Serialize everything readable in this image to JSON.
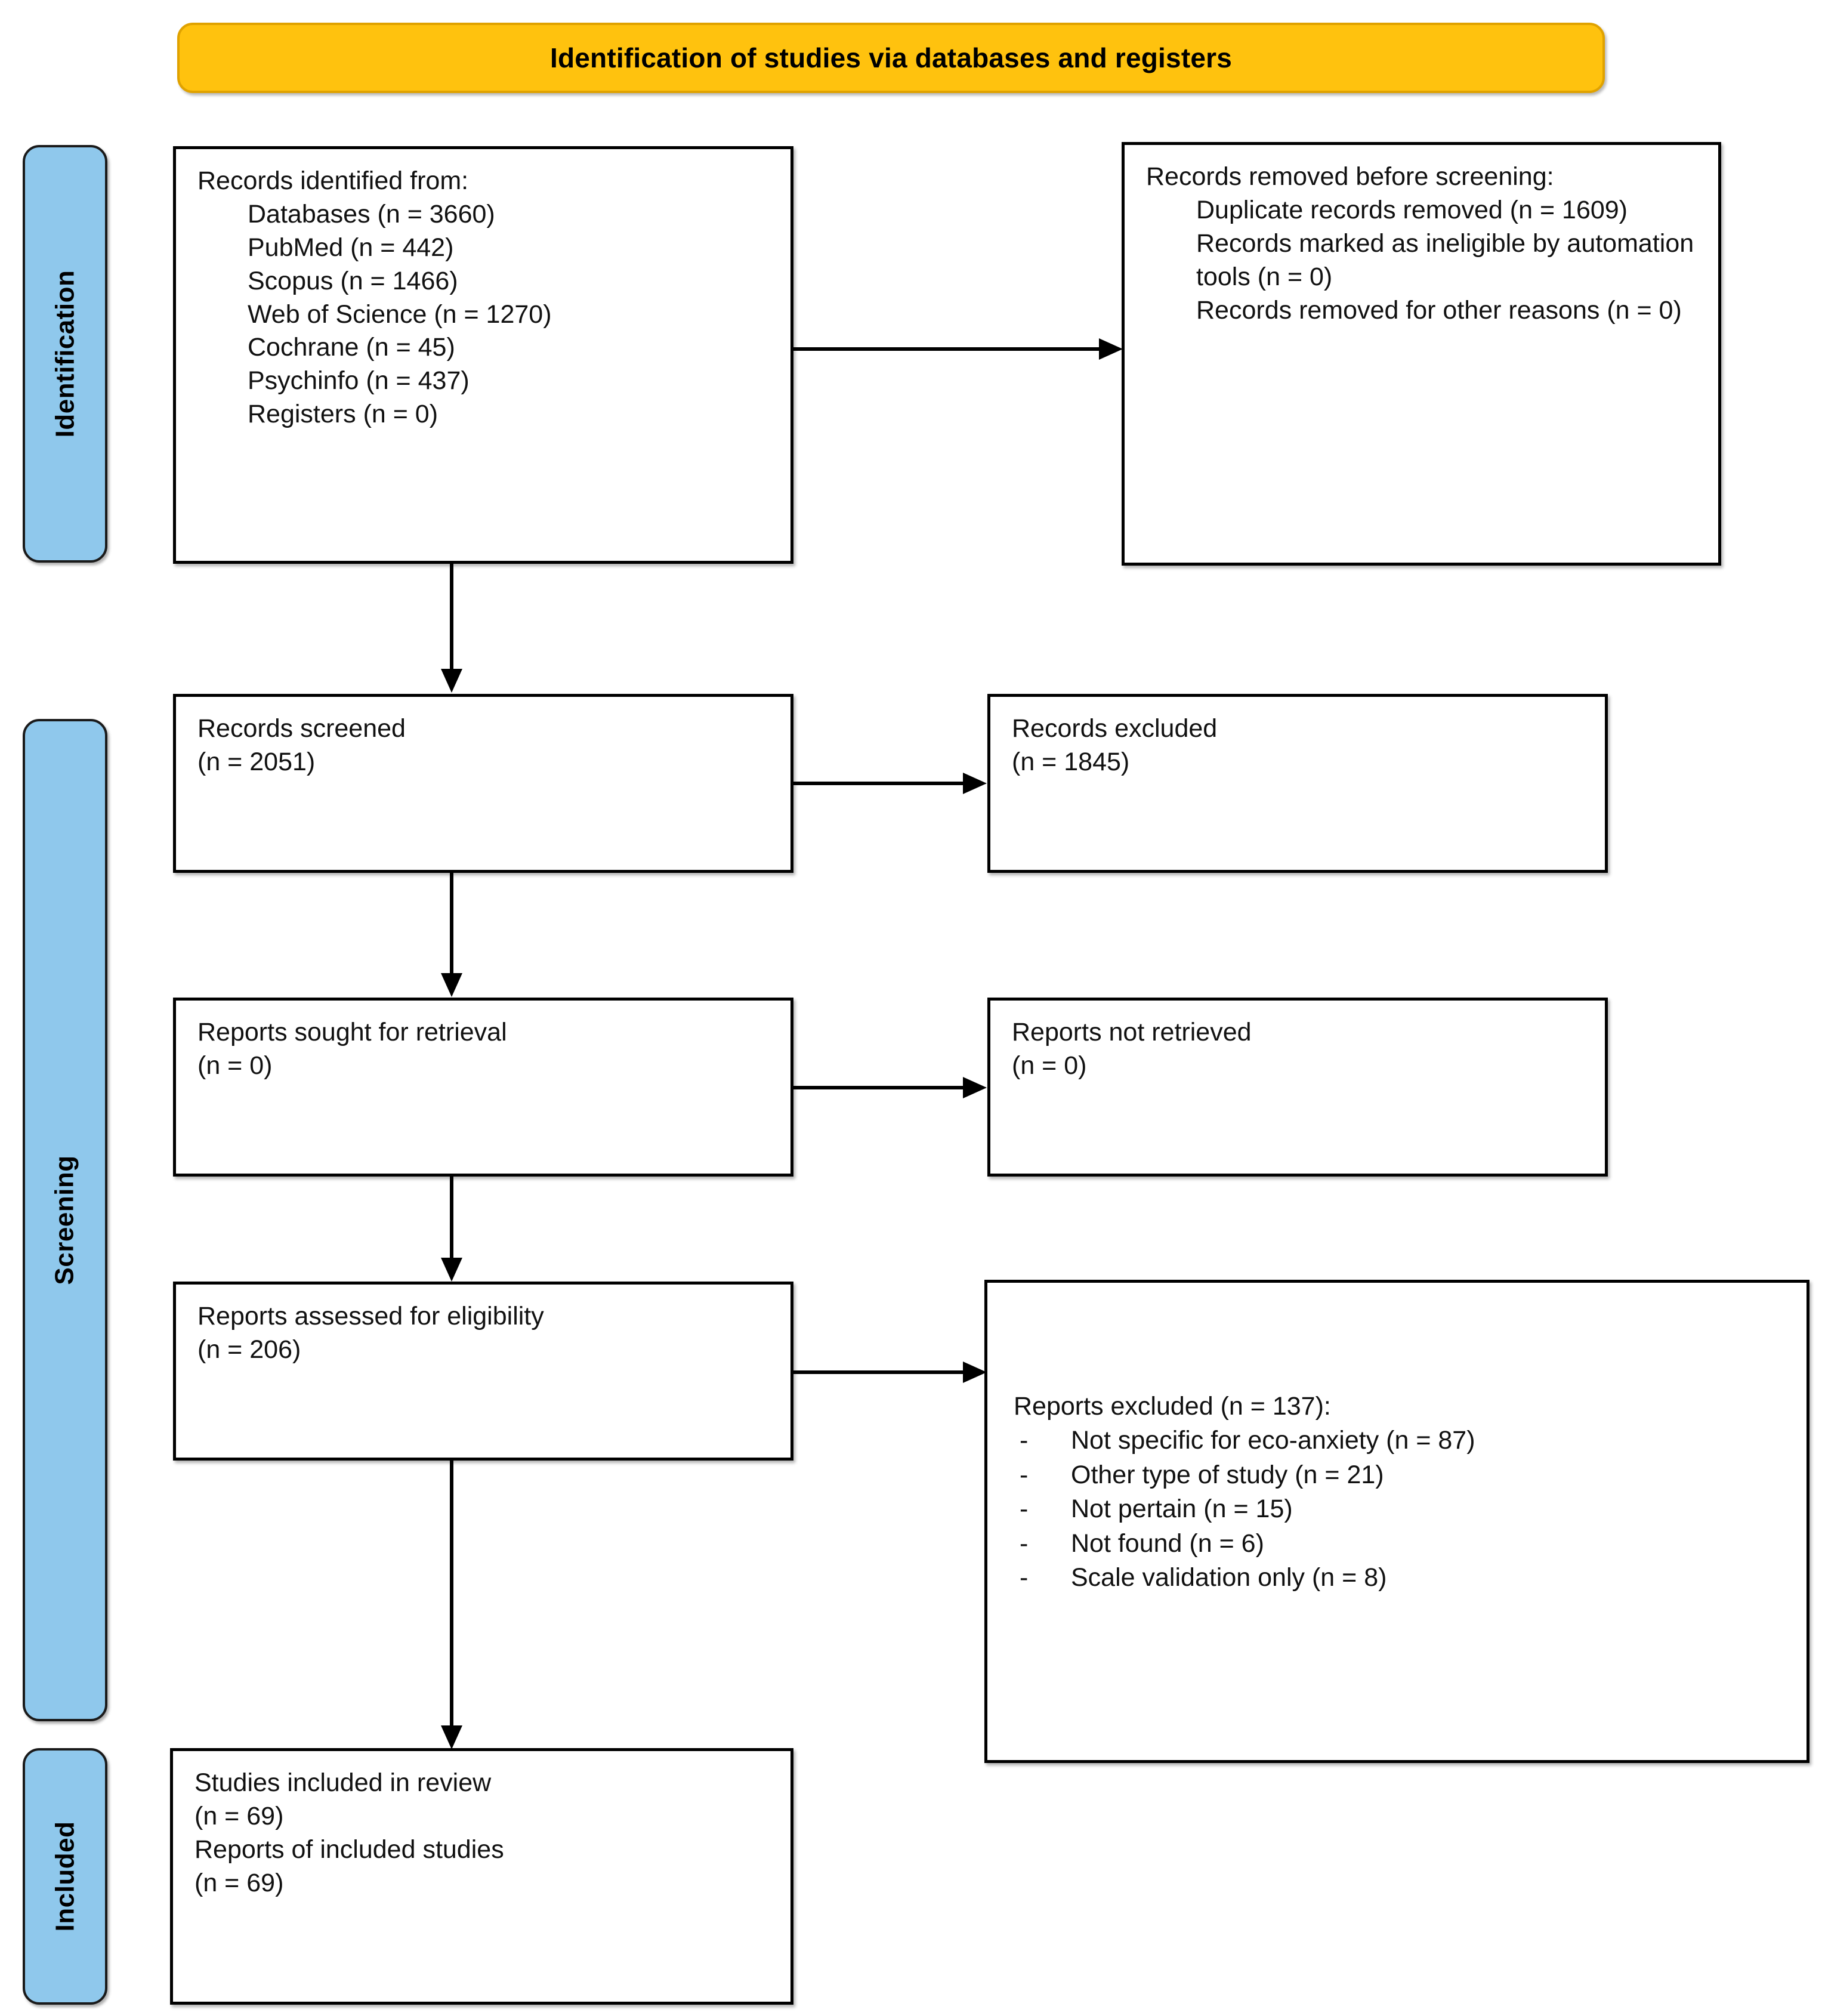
{
  "banner": {
    "title": "Identification of studies via databases and registers"
  },
  "stages": [
    {
      "key": "identification",
      "label": "Identification"
    },
    {
      "key": "screening",
      "label": "Screening"
    },
    {
      "key": "included",
      "label": "Included"
    }
  ],
  "boxes": {
    "identified": {
      "heading": "Records identified from:",
      "items": [
        "Databases (n = 3660)",
        "PubMed (n = 442)",
        "Scopus (n = 1466)",
        "Web of Science (n = 1270)",
        "Cochrane (n = 45)",
        "Psychinfo (n = 437)",
        "Registers (n = 0)"
      ]
    },
    "removed": {
      "heading_normal": "Records removed ",
      "heading_italic": "before screening",
      "heading_colon": ":",
      "items": [
        "Duplicate records removed (n = 1609)",
        "Records marked as ineligible by automation tools (n = 0)",
        "Records removed for other reasons (n = 0)"
      ]
    },
    "screened": {
      "line1": "Records screened",
      "line2": "(n = 2051)"
    },
    "records_excluded": {
      "line1": "Records excluded",
      "line2": "(n = 1845)"
    },
    "sought": {
      "line1": "Reports sought for retrieval",
      "line2": "(n = 0)"
    },
    "not_retrieved": {
      "line1": "Reports not retrieved",
      "line2": "(n = 0)"
    },
    "assessed": {
      "line1": "Reports assessed for eligibility",
      "line2": "(n = 206)"
    },
    "reports_excluded": {
      "heading": "Reports excluded (n = 137):",
      "bullet": "-",
      "reasons": [
        "Not specific for eco-anxiety (n = 87)",
        "Other type of study (n = 21)",
        "Not pertain (n = 15)",
        "Not found (n = 6)",
        "Scale validation only (n = 8)"
      ]
    },
    "included": {
      "line1": "Studies included in review",
      "line2": "(n = 69)",
      "line3": "Reports of included studies",
      "line4": "(n = 69)"
    }
  },
  "colors": {
    "banner_fill": "#FFC20E",
    "banner_border": "#E0A200",
    "stage_fill": "#8FC8EC",
    "box_border": "#000000",
    "text": "#111111"
  },
  "chart_data": {
    "type": "diagram",
    "title": "Identification of studies via databases and registers",
    "flow": [
      {
        "stage": "Identification",
        "node": "Records identified from: Databases (n = 3660); PubMed (n = 442); Scopus (n = 1466); Web of Science (n = 1270); Cochrane (n = 45); Psychinfo (n = 437); Registers (n = 0)",
        "n": 3660
      },
      {
        "stage": "Identification",
        "node": "Records removed before screening: Duplicate records removed (n = 1609); Records marked as ineligible by automation tools (n = 0); Records removed for other reasons (n = 0)",
        "n": 1609
      },
      {
        "stage": "Screening",
        "node": "Records screened",
        "n": 2051
      },
      {
        "stage": "Screening",
        "node": "Records excluded",
        "n": 1845
      },
      {
        "stage": "Screening",
        "node": "Reports sought for retrieval",
        "n": 0
      },
      {
        "stage": "Screening",
        "node": "Reports not retrieved",
        "n": 0
      },
      {
        "stage": "Screening",
        "node": "Reports assessed for eligibility",
        "n": 206
      },
      {
        "stage": "Screening",
        "node": "Reports excluded",
        "n": 137
      },
      {
        "stage": "Included",
        "node": "Studies included in review",
        "n": 69
      },
      {
        "stage": "Included",
        "node": "Reports of included studies",
        "n": 69
      }
    ],
    "exclusion_reasons": {
      "Not specific for eco-anxiety": 87,
      "Other type of study": 21,
      "Not pertain": 15,
      "Not found": 6,
      "Scale validation only": 8
    }
  }
}
